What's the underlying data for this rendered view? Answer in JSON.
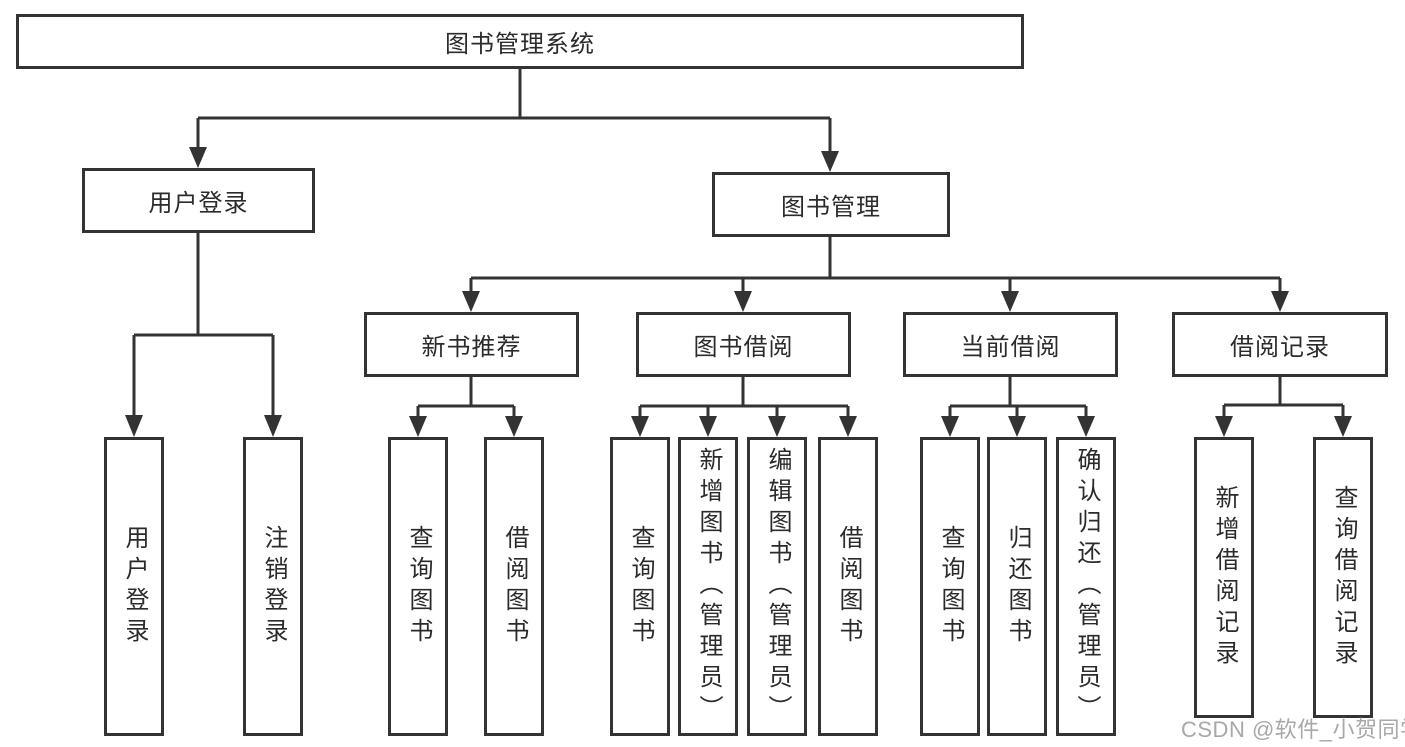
{
  "diagram": {
    "type": "hierarchy",
    "root": {
      "label": "图书管理系统",
      "children": [
        {
          "label": "用户登录",
          "children": [
            {
              "label": "用户登录"
            },
            {
              "label": "注销登录"
            }
          ]
        },
        {
          "label": "图书管理",
          "children": [
            {
              "label": "新书推荐",
              "children": [
                {
                  "label": "查询图书"
                },
                {
                  "label": "借阅图书"
                }
              ]
            },
            {
              "label": "图书借阅",
              "children": [
                {
                  "label": "查询图书"
                },
                {
                  "label": "新增图书（管理员）"
                },
                {
                  "label": "编辑图书（管理员）"
                },
                {
                  "label": "借阅图书"
                }
              ]
            },
            {
              "label": "当前借阅",
              "children": [
                {
                  "label": "查询图书"
                },
                {
                  "label": "归还图书"
                },
                {
                  "label": "确认归还（管理员）"
                }
              ]
            },
            {
              "label": "借阅记录",
              "children": [
                {
                  "label": "新增借阅记录"
                },
                {
                  "label": "查询借阅记录"
                }
              ]
            }
          ]
        }
      ]
    }
  },
  "watermark": {
    "text": "CSDN @软件_小贺同学"
  },
  "colors": {
    "line": "#333333",
    "text": "#2b2b2b",
    "watermark": "#a8a8a8",
    "background": "#ffffff"
  }
}
